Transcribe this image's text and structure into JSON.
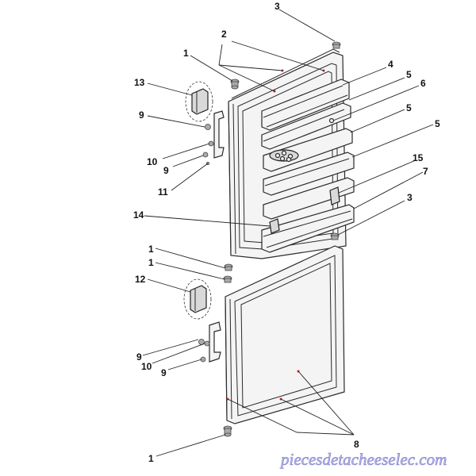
{
  "diagram": {
    "callouts": [
      {
        "id": "c3a",
        "text": "3"
      },
      {
        "id": "c2",
        "text": "2"
      },
      {
        "id": "c1a",
        "text": "1"
      },
      {
        "id": "c4",
        "text": "4"
      },
      {
        "id": "c5a",
        "text": "5"
      },
      {
        "id": "c6",
        "text": "6"
      },
      {
        "id": "c13",
        "text": "13"
      },
      {
        "id": "c9a",
        "text": "9"
      },
      {
        "id": "c5b",
        "text": "5"
      },
      {
        "id": "c5c",
        "text": "5"
      },
      {
        "id": "c10a",
        "text": "10"
      },
      {
        "id": "c9b",
        "text": "9"
      },
      {
        "id": "c11",
        "text": "11"
      },
      {
        "id": "c15",
        "text": "15"
      },
      {
        "id": "c7",
        "text": "7"
      },
      {
        "id": "c3b",
        "text": "3"
      },
      {
        "id": "c14",
        "text": "14"
      },
      {
        "id": "c1b",
        "text": "1"
      },
      {
        "id": "c1c",
        "text": "1"
      },
      {
        "id": "c12",
        "text": "12"
      },
      {
        "id": "c9c",
        "text": "9"
      },
      {
        "id": "c10b",
        "text": "10"
      },
      {
        "id": "c9d",
        "text": "9"
      },
      {
        "id": "c8",
        "text": "8"
      },
      {
        "id": "c1d",
        "text": "1"
      }
    ],
    "watermark": "piecesdetacheeselec.com"
  }
}
